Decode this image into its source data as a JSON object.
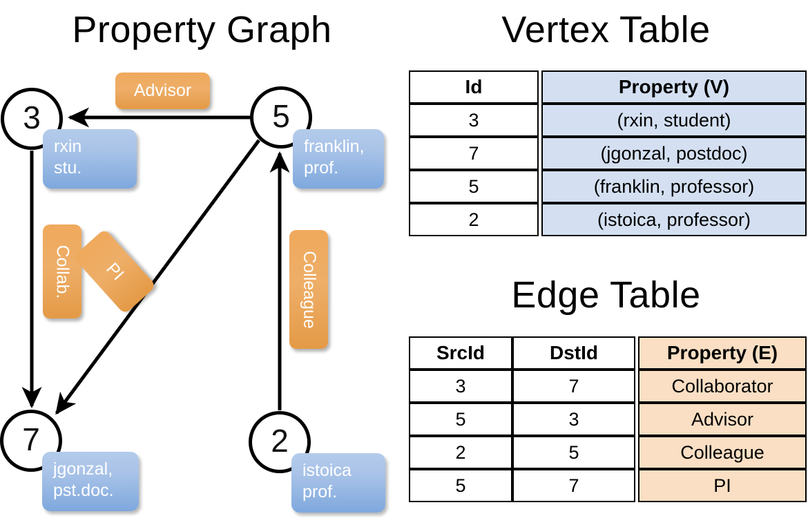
{
  "titles": {
    "property_graph": "Property Graph",
    "vertex_table": "Vertex Table",
    "edge_table": "Edge Table"
  },
  "graph": {
    "nodes": [
      {
        "id": "3",
        "property_lines": [
          "rxin",
          "stu."
        ]
      },
      {
        "id": "5",
        "property_lines": [
          "franklin,",
          "prof."
        ]
      },
      {
        "id": "7",
        "property_lines": [
          "jgonzal,",
          "pst.doc."
        ]
      },
      {
        "id": "2",
        "property_lines": [
          "istoica",
          "prof."
        ]
      }
    ],
    "edge_labels": [
      {
        "name": "advisor",
        "text": "Advisor"
      },
      {
        "name": "collab",
        "text": "Collab."
      },
      {
        "name": "pi",
        "text": "PI"
      },
      {
        "name": "colleague",
        "text": "Colleague"
      }
    ],
    "edges": [
      {
        "src": "5",
        "dst": "3",
        "label": "Advisor"
      },
      {
        "src": "3",
        "dst": "7",
        "label": "Collab."
      },
      {
        "src": "5",
        "dst": "7",
        "label": "PI"
      },
      {
        "src": "2",
        "dst": "5",
        "label": "Colleague"
      }
    ]
  },
  "vertex_table": {
    "headers": [
      "Id",
      "Property (V)"
    ],
    "rows": [
      {
        "id": "3",
        "property": "(rxin, student)"
      },
      {
        "id": "7",
        "property": "(jgonzal, postdoc)"
      },
      {
        "id": "5",
        "property": "(franklin, professor)"
      },
      {
        "id": "2",
        "property": "(istoica, professor)"
      }
    ]
  },
  "edge_table": {
    "headers": [
      "SrcId",
      "DstId",
      "Property (E)"
    ],
    "rows": [
      {
        "src": "3",
        "dst": "7",
        "property": "Collaborator"
      },
      {
        "src": "5",
        "dst": "3",
        "property": "Advisor"
      },
      {
        "src": "2",
        "dst": "5",
        "property": "Colleague"
      },
      {
        "src": "5",
        "dst": "7",
        "property": "PI"
      }
    ]
  },
  "colors": {
    "vertex_property_fill": "#d4e0f2",
    "edge_property_fill": "#fadfc4",
    "node_callout_blue": "#7ea8dd",
    "edge_callout_orange": "#eeae68",
    "background": "#ffffff",
    "stroke": "#000000"
  }
}
